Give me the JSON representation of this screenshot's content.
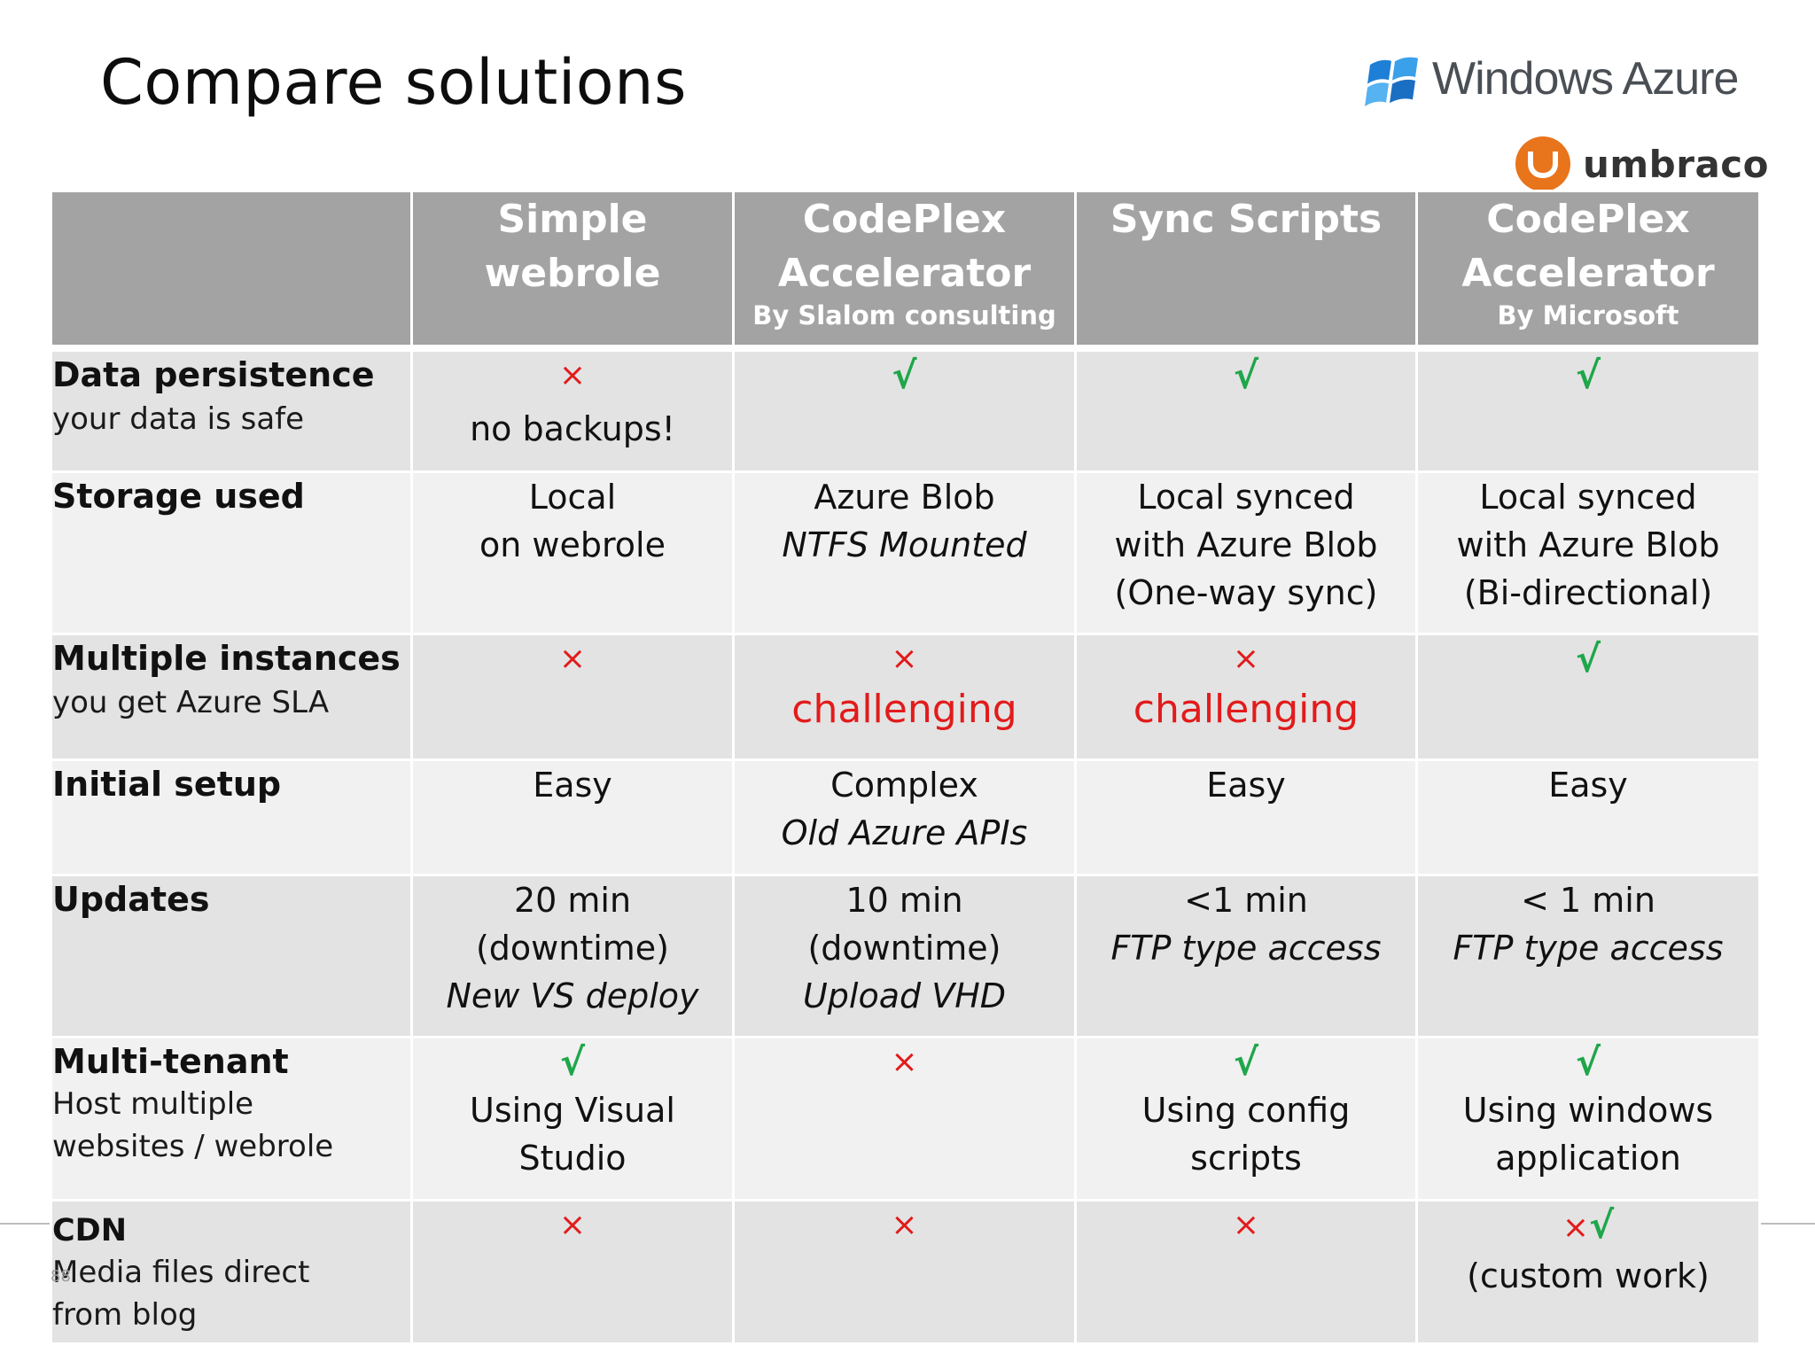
{
  "title": "Compare solutions",
  "logos": {
    "azure_text": "Windows Azure",
    "umbraco_text": "umbraco",
    "azure_icon": "windows-flag-icon",
    "umbraco_icon": "umbraco-u-icon",
    "umbraco_color": "#e8741c"
  },
  "page_number": "88",
  "colors": {
    "header_bg": "#a3a3a3",
    "row_dark": "#e3e3e3",
    "row_light": "#f1f1f1",
    "cross": "#e21b1b",
    "check": "#1fa64a"
  },
  "columns": [
    {
      "line1": "Simple",
      "line2": "webrole",
      "sub": ""
    },
    {
      "line1": "CodePlex",
      "line2": "Accelerator",
      "sub": "By Slalom consulting"
    },
    {
      "line1": "Sync Scripts",
      "line2": "",
      "sub": ""
    },
    {
      "line1": "CodePlex",
      "line2": "Accelerator",
      "sub": "By Microsoft"
    }
  ],
  "symbols": {
    "cross": "×",
    "check": "√"
  },
  "rows": [
    {
      "label": "Data persistence",
      "desc": "your data is safe",
      "cells": [
        {
          "mark": "×",
          "text": "no backups!"
        },
        {
          "mark": "√"
        },
        {
          "mark": "√"
        },
        {
          "mark": "√"
        }
      ]
    },
    {
      "label": "Storage used",
      "desc": "",
      "cells": [
        {
          "l1": "Local",
          "l2": "on webrole"
        },
        {
          "l1": "Azure Blob",
          "it": "NTFS Mounted"
        },
        {
          "l1": "Local synced",
          "l2": "with Azure Blob",
          "l3": "(One-way sync)"
        },
        {
          "l1": "Local synced",
          "l2": "with Azure Blob",
          "l3": "(Bi-directional)"
        }
      ]
    },
    {
      "label": "Multiple instances",
      "desc": "you get Azure SLA",
      "cells": [
        {
          "mark": "×"
        },
        {
          "mark": "×",
          "text": "challenging"
        },
        {
          "mark": "×",
          "text": "challenging"
        },
        {
          "mark": "√"
        }
      ]
    },
    {
      "label": "Initial setup",
      "desc": "",
      "cells": [
        {
          "l1": "Easy"
        },
        {
          "l1": "Complex",
          "it": "Old Azure APIs"
        },
        {
          "l1": "Easy"
        },
        {
          "l1": "Easy"
        }
      ]
    },
    {
      "label": "Updates",
      "desc": "",
      "cells": [
        {
          "l1": "20 min",
          "l2": "(downtime)",
          "it": "New VS deploy"
        },
        {
          "l1": "10 min",
          "l2": "(downtime)",
          "it": "Upload VHD"
        },
        {
          "l1": "<1 min",
          "it": "FTP type access"
        },
        {
          "l1": "< 1 min",
          "it": "FTP type access"
        }
      ]
    },
    {
      "label": "Multi-tenant",
      "desc1": "Host multiple",
      "desc2": "websites / webrole",
      "cells": [
        {
          "mark": "√",
          "l1": "Using Visual",
          "l2": "Studio"
        },
        {
          "mark": "×"
        },
        {
          "mark": "√",
          "l1": "Using config",
          "l2": "scripts"
        },
        {
          "mark": "√",
          "l1": "Using windows",
          "l2": "application"
        }
      ]
    },
    {
      "label": "CDN",
      "desc1": "Media files direct",
      "desc2": "from blog",
      "cells": [
        {
          "mark": "×"
        },
        {
          "mark": "×"
        },
        {
          "mark": "×"
        },
        {
          "mark1": "×",
          "mark2": "√",
          "l1": "(custom work)"
        }
      ]
    }
  ]
}
